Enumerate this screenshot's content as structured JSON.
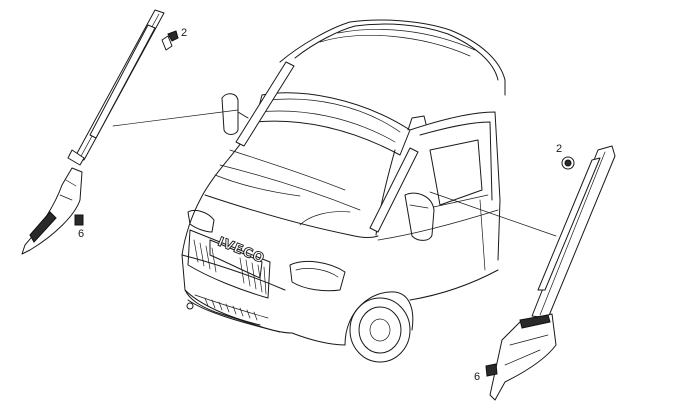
{
  "labels": {
    "clip_top_left": "2",
    "clip_right": "2",
    "clip_bottom_left": "6",
    "clip_bottom_right": "6"
  },
  "vehicle": {
    "brand": "IVECO"
  }
}
